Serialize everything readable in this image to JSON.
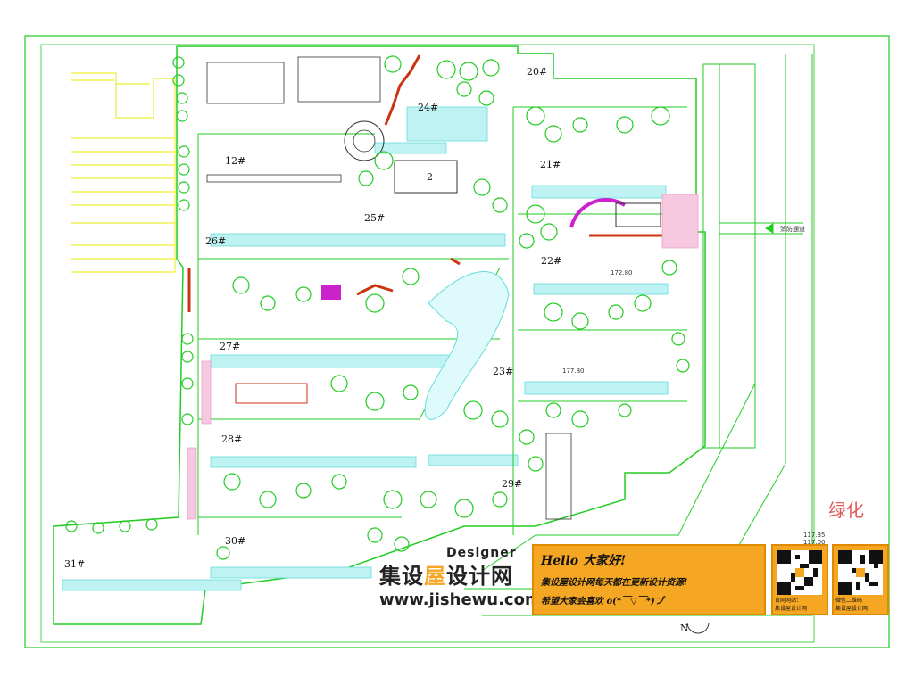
{
  "plan": {
    "section_label": "绿化",
    "fire_lane_label": "消防通道",
    "center_plot_label": "2",
    "elev_1": "172.80",
    "elev_2": "177.80",
    "elev_3": "117.35",
    "elev_4": "117.00",
    "compass_label": "N",
    "buildings": [
      {
        "id": "20#"
      },
      {
        "id": "24#"
      },
      {
        "id": "21#"
      },
      {
        "id": "12#"
      },
      {
        "id": "25#"
      },
      {
        "id": "26#"
      },
      {
        "id": "22#"
      },
      {
        "id": "27#"
      },
      {
        "id": "23#"
      },
      {
        "id": "28#"
      },
      {
        "id": "29#"
      },
      {
        "id": "30#"
      },
      {
        "id": "31#"
      }
    ]
  },
  "banner": {
    "hello": "Hello 大家好!",
    "line1": "集设屋设计网每天都在更新设计资源!",
    "line2": "希望大家会喜欢 o(*￣▽￣*)ブ"
  },
  "logo": {
    "designer": "Designer",
    "brand_a": "集设",
    "brand_b": "屋",
    "brand_c": "设计网",
    "url": "www.jishewu.com"
  },
  "qr": {
    "left_caption_1": "官网网站：",
    "left_caption_2": "集设屋设计网",
    "right_caption_1": "微信二维码",
    "right_caption_2": "集设屋设计网"
  },
  "colors": {
    "green": "#22cc22",
    "cyan": "#66dddd",
    "red": "#cc3311",
    "magenta": "#cc22cc",
    "yellow": "#e8e800",
    "orange": "#f5a623"
  }
}
